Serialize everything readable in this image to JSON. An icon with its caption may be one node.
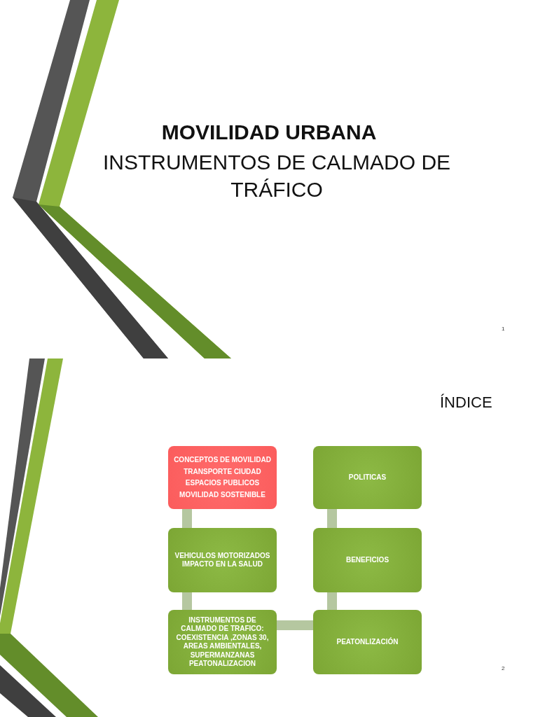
{
  "diagram": {
    "title": "MOVILIDAD URBANA",
    "nodes": [
      {
        "text": [
          "CONCEPTOS DE MOVILIDAD",
          "TRANSPORTE CIUDAD",
          "ESPACIOS PUBLICOS",
          "MOVILIDAD SOSTENIBLE"
        ]
      },
      {
        "text": [
          "VEHICULOS MOTORIZADOS IMPACTO EN LA SALUD"
        ]
      },
      {
        "text": [
          "INSTRUMENTOS DE CALMADO DE TRAFICO: COEXISTENCIA ,ZONAS 30, AREAS AMBIENTALES, SUPERMANZANAS PEATONALIZACION"
        ]
      },
      {
        "text": [
          "POLITICAS"
        ]
      },
      {
        "text": [
          "BENEFICIOS"
        ]
      },
      {
        "text": [
          "PEATONLIZACIÓN"
        ]
      }
    ],
    "edges": [
      {
        "from": 0,
        "to": 1,
        "arrow": "none"
      },
      {
        "from": 1,
        "to": 2,
        "arrow": "none"
      },
      {
        "from": 2,
        "to": 5,
        "arrow": "none"
      },
      {
        "from": 3,
        "to": 4,
        "arrow": "none"
      },
      {
        "from": 4,
        "to": 5,
        "arrow": "none"
      }
    ],
    "labels": [
      "INSTRUMENTOS DE CALMADO DE TRÁFICO",
      "1",
      "ÍNDICE",
      "2"
    ]
  }
}
